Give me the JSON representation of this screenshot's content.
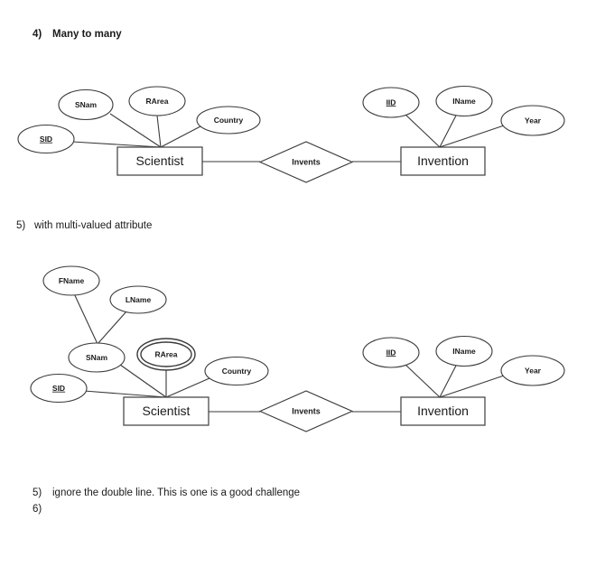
{
  "document": {
    "background_color": "#ffffff",
    "stroke_color": "#3a3a3a",
    "text_color": "#1a1a1a"
  },
  "captions": {
    "heading_4_num": "4)",
    "heading_4_text": "Many to many",
    "heading_5_num": "5)",
    "heading_5_text": "with multi-valued attribute",
    "note_5_num": "5)",
    "note_5_text": "ignore the double line. This is one is a good challenge",
    "note_6_num": "6)",
    "note_6_text": ""
  },
  "diagram_1": {
    "title": "Many to many",
    "entities": [
      {
        "name": "Scientist",
        "label": "Scientist"
      },
      {
        "name": "Invention",
        "label": "Invention"
      }
    ],
    "relationship": {
      "name": "Invents",
      "label": "Invents"
    },
    "scientist_attributes": [
      {
        "label": "SID",
        "is_key": true,
        "multivalued": false
      },
      {
        "label": "SNam",
        "is_key": false,
        "multivalued": false
      },
      {
        "label": "RArea",
        "is_key": false,
        "multivalued": false
      },
      {
        "label": "Country",
        "is_key": false,
        "multivalued": false
      }
    ],
    "invention_attributes": [
      {
        "label": "IID",
        "is_key": true,
        "multivalued": false
      },
      {
        "label": "IName",
        "is_key": false,
        "multivalued": false
      },
      {
        "label": "Year",
        "is_key": false,
        "multivalued": false
      }
    ]
  },
  "diagram_2": {
    "title": "with multi-valued attribute",
    "entities": [
      {
        "name": "Scientist",
        "label": "Scientist"
      },
      {
        "name": "Invention",
        "label": "Invention"
      }
    ],
    "relationship": {
      "name": "Invents",
      "label": "Invents"
    },
    "scientist_attributes": [
      {
        "label": "SID",
        "is_key": true,
        "multivalued": false
      },
      {
        "label": "SNam",
        "is_key": false,
        "multivalued": false
      },
      {
        "label": "FName",
        "is_key": false,
        "multivalued": false
      },
      {
        "label": "LName",
        "is_key": false,
        "multivalued": false
      },
      {
        "label": "RArea",
        "is_key": false,
        "multivalued": true
      },
      {
        "label": "Country",
        "is_key": false,
        "multivalued": false
      }
    ],
    "invention_attributes": [
      {
        "label": "IID",
        "is_key": true,
        "multivalued": false
      },
      {
        "label": "IName",
        "is_key": false,
        "multivalued": false
      },
      {
        "label": "Year",
        "is_key": false,
        "multivalued": false
      }
    ]
  }
}
